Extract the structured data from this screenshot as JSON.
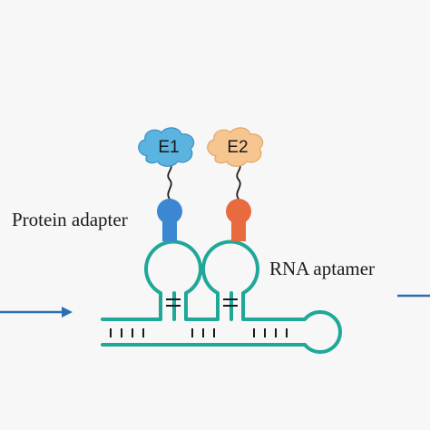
{
  "labels": {
    "enzyme1": "E1",
    "enzyme2": "E2",
    "protein_adapter": "Protein adapter",
    "rna_aptamer": "RNA aptamer"
  },
  "colors": {
    "background": "#f7f7f7",
    "rna_strand": "#1fa898",
    "enzyme1_cloud": "#5bb3e0",
    "enzyme2_cloud": "#f7c58f",
    "adapter1": "#3b87d1",
    "adapter2": "#e86a3e",
    "arrow": "#2b6fb3",
    "text": "#1a1a1a"
  }
}
